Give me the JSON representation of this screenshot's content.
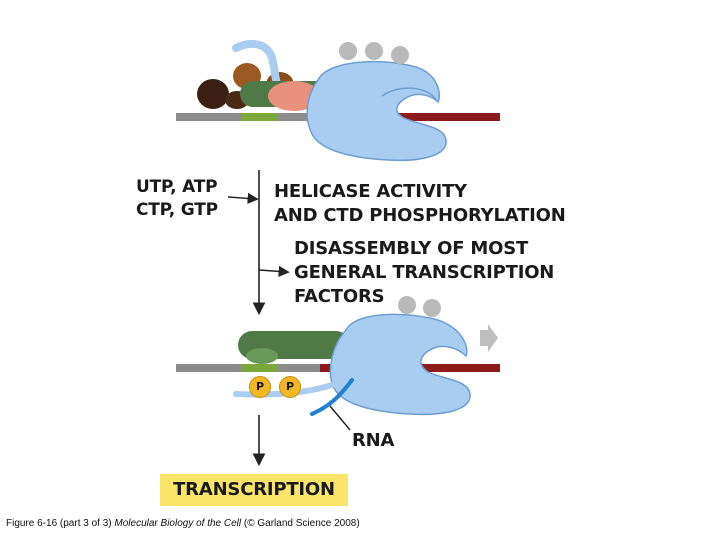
{
  "labels": {
    "nucleotides_line1": "UTP, ATP",
    "nucleotides_line2": "CTP, GTP",
    "helicase_line1": "HELICASE ACTIVITY",
    "helicase_line2": "AND CTD PHOSPHORYLATION",
    "disassembly_line1": "DISASSEMBLY OF MOST",
    "disassembly_line2": "GENERAL TRANSCRIPTION",
    "disassembly_line3": "FACTORS",
    "rna": "RNA",
    "phosphate_1": "P",
    "phosphate_2": "P",
    "transcription": "TRANSCRIPTION"
  },
  "caption": {
    "prefix": "Figure 6-16 (part 3 of 3)",
    "title": "Molecular Biology of the Cell",
    "suffix": "(© Garland Science 2008)"
  },
  "colors": {
    "polymerase": "#a8cdf0",
    "polymerase_edge": "#6f9fd0",
    "dna_gray": "#8c8c8c",
    "dna_red": "#8e1b1b",
    "tata_green": "#7aa83a",
    "factor_green": "#4f7a46",
    "factor_brown_dark": "#3b1f12",
    "factor_brown": "#9a5a22",
    "factor_salmon": "#e8917c",
    "factor_gray": "#b9b9b9",
    "rna_blue": "#1f7fd1",
    "phosphate": "#f2b824",
    "highlight_box": "#fbe46a",
    "arrow": "#222222"
  },
  "icons": {
    "top_complex": "rna-polymerase-preinitiation-complex",
    "bottom_complex": "rna-polymerase-elongation-complex",
    "direction": "direction-arrow"
  }
}
